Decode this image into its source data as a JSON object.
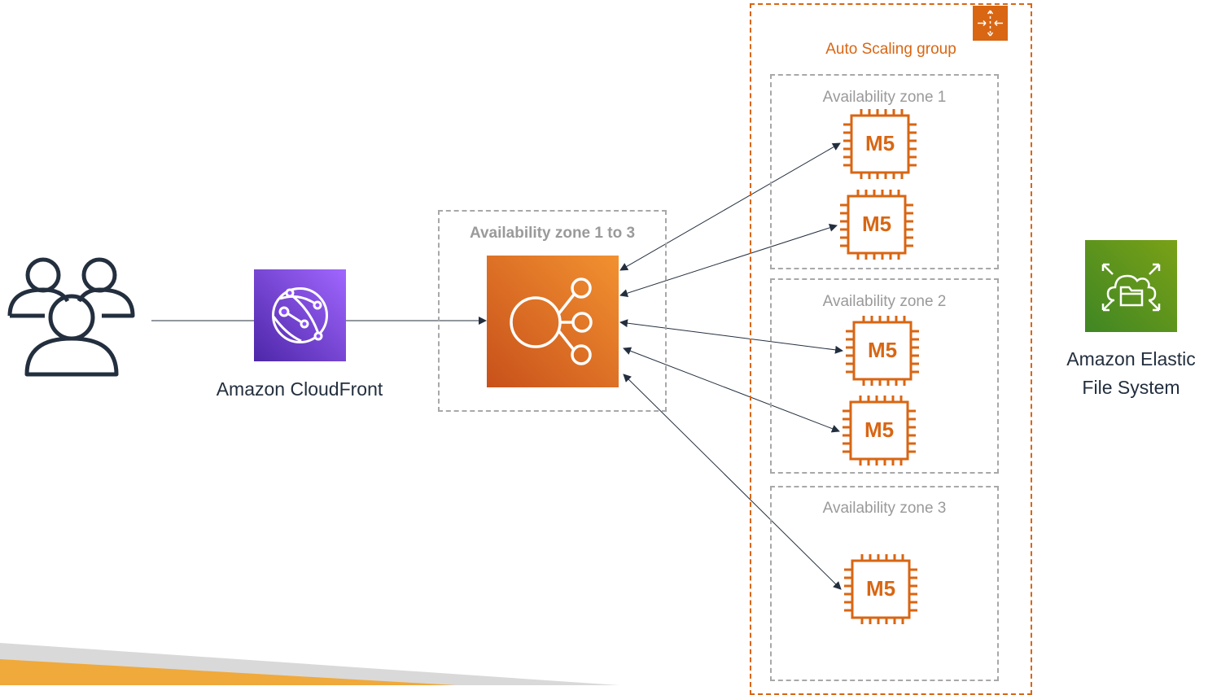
{
  "cloudfront": {
    "label": "Amazon CloudFront"
  },
  "load_balancer_zone": {
    "label": "Availability zone 1 to 3"
  },
  "asg": {
    "label": "Auto Scaling group"
  },
  "zones": [
    {
      "label": "Availability zone 1"
    },
    {
      "label": "Availability zone 2"
    },
    {
      "label": "Availability zone 3"
    }
  ],
  "instances": [
    {
      "type": "M5"
    },
    {
      "type": "M5"
    },
    {
      "type": "M5"
    },
    {
      "type": "M5"
    },
    {
      "type": "M5"
    }
  ],
  "efs": {
    "label_line1": "Amazon Elastic",
    "label_line2": "File System"
  },
  "colors": {
    "cloudfront": "#8c4fff",
    "elb": "#e07b22",
    "asg": "#d86613",
    "efs": "#5a9a2e",
    "dark": "#232f3e"
  }
}
